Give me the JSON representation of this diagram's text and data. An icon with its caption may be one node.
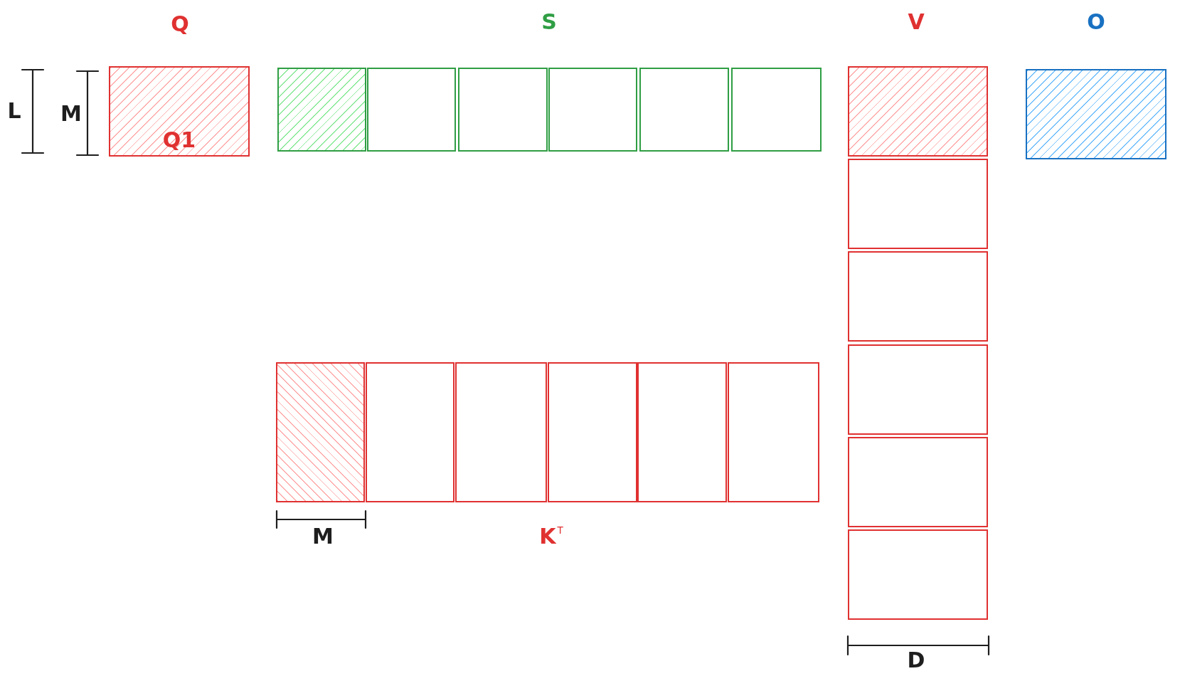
{
  "diagram": {
    "nodes": [
      {
        "text": [
          "Q1"
        ]
      },
      {
        "text": [],
        "shape": "box"
      },
      {
        "text": [],
        "shape": "box"
      },
      {
        "text": [],
        "shape": "box"
      },
      {
        "text": [],
        "shape": "box"
      },
      {
        "text": [],
        "shape": "box"
      },
      {
        "text": [],
        "shape": "box"
      },
      {
        "text": [],
        "shape": "box"
      },
      {
        "text": [],
        "shape": "box"
      },
      {
        "text": [],
        "shape": "box"
      },
      {
        "text": [],
        "shape": "box"
      },
      {
        "text": [],
        "shape": "box"
      },
      {
        "text": [],
        "shape": "box"
      },
      {
        "text": [],
        "shape": "box"
      },
      {
        "text": [],
        "shape": "box"
      },
      {
        "text": [],
        "shape": "box"
      },
      {
        "text": [],
        "shape": "box"
      },
      {
        "text": [],
        "shape": "box"
      },
      {
        "text": [],
        "shape": "box"
      },
      {
        "text": [],
        "shape": "box"
      }
    ],
    "labels": [
      "Q",
      "S",
      "V",
      "O",
      "L",
      "M",
      "M",
      "K$^{T}$",
      "D"
    ]
  }
}
